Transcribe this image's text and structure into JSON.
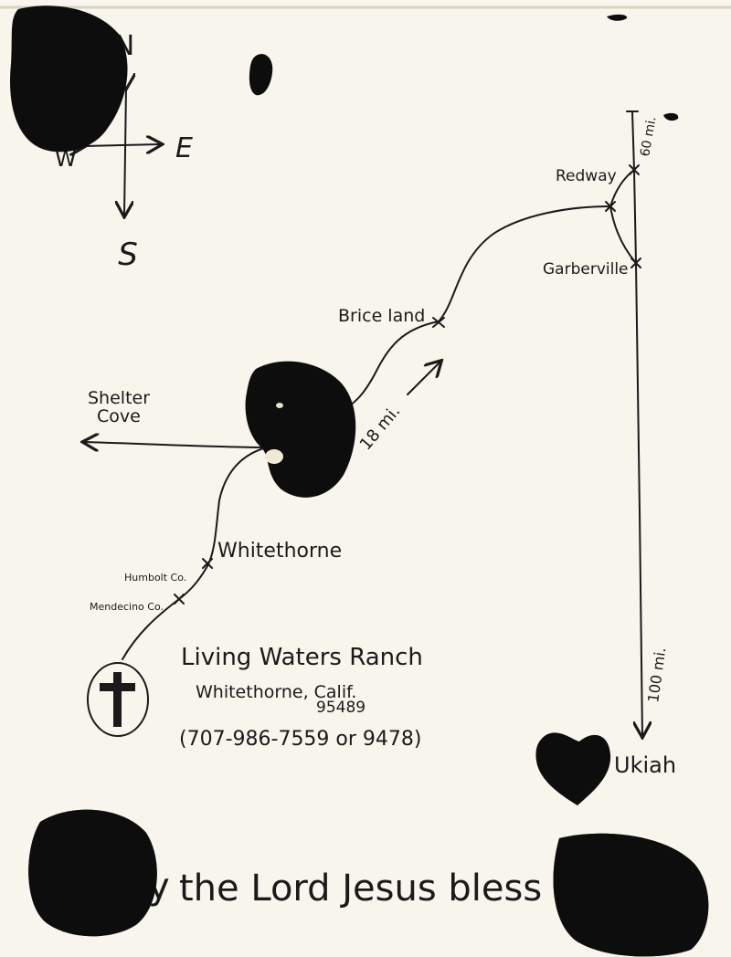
{
  "compass": {
    "north": "N",
    "south": "S",
    "east": "E",
    "west": "W"
  },
  "places": {
    "redway": "Redway",
    "garberville": "Garberville",
    "briceland": "Brice land",
    "shelter_cove_line1": "Shelter",
    "shelter_cove_line2": "Cove",
    "whitethorne": "Whitethorne",
    "humboldt": "Humbolt Co.",
    "mendocino": "Mendecino Co.",
    "ukiah": "Ukiah"
  },
  "distances": {
    "north_leg": "60 mi.",
    "briceland_leg": "18 mi.",
    "south_leg": "100 mi."
  },
  "ranch": {
    "name": "Living Waters Ranch",
    "address_line": "Whitethorne, Calif.",
    "zip": "95489",
    "phone": "(707-986-7559 or 9478)"
  },
  "blessing": {
    "fragment_a": "y",
    "fragment_b": "the Lord Jesus bless you aba"
  },
  "colors": {
    "ink": "#1a1a1a",
    "paper": "#f7f5ec",
    "blot": "#0d0d0d"
  }
}
